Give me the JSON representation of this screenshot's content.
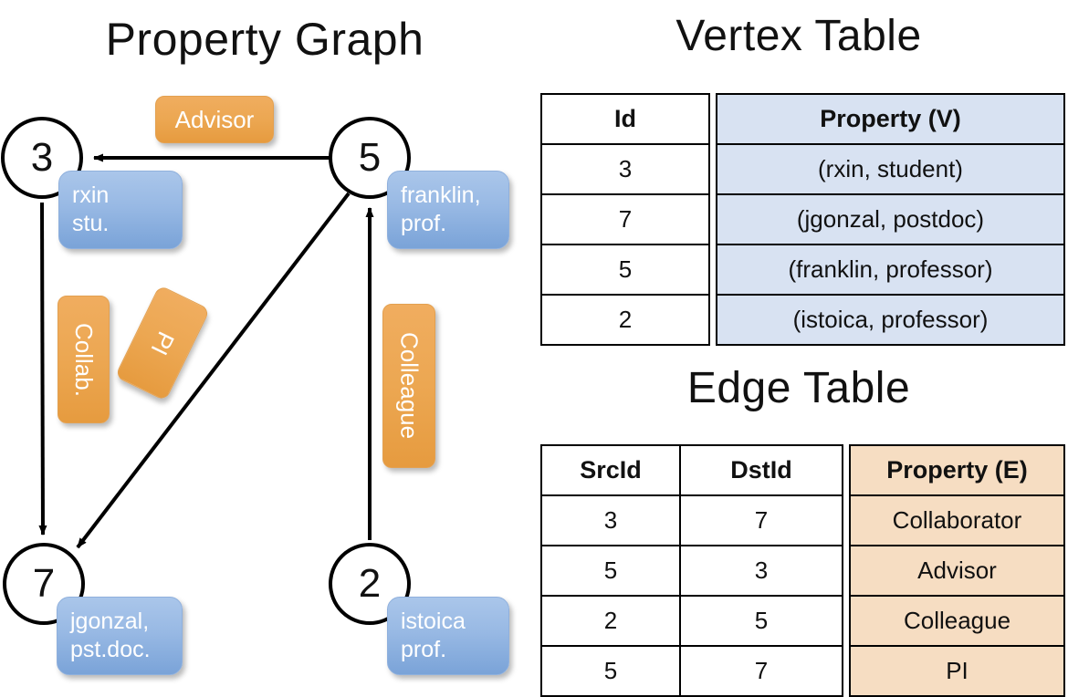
{
  "titles": {
    "graph": "Property Graph",
    "vertex_table": "Vertex Table",
    "edge_table": "Edge Table"
  },
  "colors": {
    "vertex_property_fill": "#d8e2f2",
    "edge_property_fill": "#f6ddc2",
    "vertex_callout_blue": "#8fb3e0",
    "edge_label_orange": "#eca752",
    "stroke": "#000000",
    "background": "#ffffff"
  },
  "graph": {
    "nodes": [
      {
        "id": "3",
        "label": "3",
        "property_lines": [
          "rxin",
          "stu."
        ]
      },
      {
        "id": "5",
        "label": "5",
        "property_lines": [
          "franklin,",
          "prof."
        ]
      },
      {
        "id": "7",
        "label": "7",
        "property_lines": [
          "jgonzal,",
          "pst.doc."
        ]
      },
      {
        "id": "2",
        "label": "2",
        "property_lines": [
          "istoica",
          "prof."
        ]
      }
    ],
    "edge_labels": [
      {
        "name": "advisor",
        "text": "Advisor",
        "orientation": "horizontal"
      },
      {
        "name": "collab",
        "text": "Collab.",
        "orientation": "vertical"
      },
      {
        "name": "pi",
        "text": "PI",
        "orientation": "vertical-rotated"
      },
      {
        "name": "colleague",
        "text": "Colleague",
        "orientation": "vertical"
      }
    ],
    "edges": [
      {
        "src": "5",
        "dst": "3",
        "label": "Advisor"
      },
      {
        "src": "3",
        "dst": "7",
        "label": "Collab."
      },
      {
        "src": "5",
        "dst": "7",
        "label": "PI"
      },
      {
        "src": "2",
        "dst": "5",
        "label": "Colleague"
      }
    ]
  },
  "vertex_table": {
    "headers": [
      "Id",
      "Property (V)"
    ],
    "rows": [
      {
        "id": "3",
        "property": "(rxin, student)"
      },
      {
        "id": "7",
        "property": "(jgonzal, postdoc)"
      },
      {
        "id": "5",
        "property": "(franklin, professor)"
      },
      {
        "id": "2",
        "property": "(istoica, professor)"
      }
    ]
  },
  "edge_table": {
    "headers": [
      "SrcId",
      "DstId",
      "Property (E)"
    ],
    "rows": [
      {
        "src": "3",
        "dst": "7",
        "property": "Collaborator"
      },
      {
        "src": "5",
        "dst": "3",
        "property": "Advisor"
      },
      {
        "src": "2",
        "dst": "5",
        "property": "Colleague"
      },
      {
        "src": "5",
        "dst": "7",
        "property": "PI"
      }
    ]
  }
}
